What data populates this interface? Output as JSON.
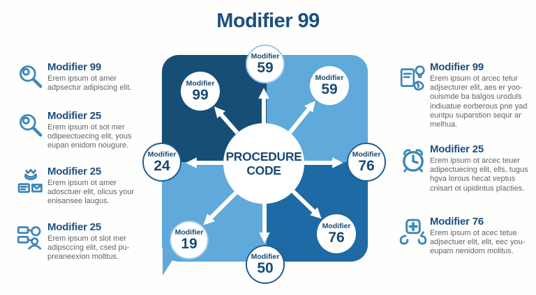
{
  "title": "Modifier 99",
  "colors": {
    "dark_quadrant": "#174e76",
    "medium_quadrant": "#1e6aa4",
    "light_quadrant": "#5fa9db",
    "heading_text": "#1b4f7e",
    "node_text": "#184a73",
    "body_text": "#5f6468",
    "icon_stroke": "#3b87b8",
    "node_border_dark": "#1e5f93",
    "node_border_light": "#9cc8e6"
  },
  "diagram": {
    "center_line1": "PROCEDURE",
    "center_line2": "CODE",
    "nodes": [
      {
        "label": "Modifier",
        "number": "59",
        "position": "top"
      },
      {
        "label": "Modifier",
        "number": "99",
        "position": "top-left"
      },
      {
        "label": "Modifier",
        "number": "59",
        "position": "top-right"
      },
      {
        "label": "Modifier",
        "number": "24",
        "position": "left"
      },
      {
        "label": "Modifier",
        "number": "76",
        "position": "right"
      },
      {
        "label": "Modifier",
        "number": "19",
        "position": "bottom-left"
      },
      {
        "label": "Modifier",
        "number": "50",
        "position": "bottom"
      },
      {
        "label": "Modifier",
        "number": "76",
        "position": "bottom-right"
      }
    ]
  },
  "left_items": [
    {
      "icon": "magnifier-icon",
      "title": "Modifier 99",
      "body": "Erem ipsum ot amer adpsectur adipiscing elit."
    },
    {
      "icon": "magnifier-icon",
      "title": "Modifier 25",
      "body": "Erem ipsum ot sot mer odipeectuecing elit, yous eupan enidom nougure."
    },
    {
      "icon": "celebration-checklist-icon",
      "title": "Modifier 25",
      "body": "Erem ipsum ot amer adosctuer elit, olicus your enisansee laugus."
    },
    {
      "icon": "org-people-icon",
      "title": "Modifier 25",
      "body": "Erem ipsum ot slot mer adipsccing elit, csed pu-preaneexion molttus."
    }
  ],
  "right_items": [
    {
      "icon": "document-idea-icon",
      "title": "Modifier 99",
      "body": "Erem ipsum ot arcec tetur adjsecturer elit, aes er yoo-ouismde ba balgos uroduls indiuatue eorberous pne yad euntpu suparstion sequr ar melhua."
    },
    {
      "icon": "alarm-clock-icon",
      "title": "Modifier 25",
      "body": "Erem ipsum ot arcec teuer adipectuecing elit, ells, tugus hgva lorous hecat veptus cnisart ot upidintus placties."
    },
    {
      "icon": "medical-cross-hands-icon",
      "title": "Modifier 76",
      "body": "Erem ipsum ot acec tetue adjsectuer elit, elit, eec you-eupam nenidom molitus."
    }
  ]
}
